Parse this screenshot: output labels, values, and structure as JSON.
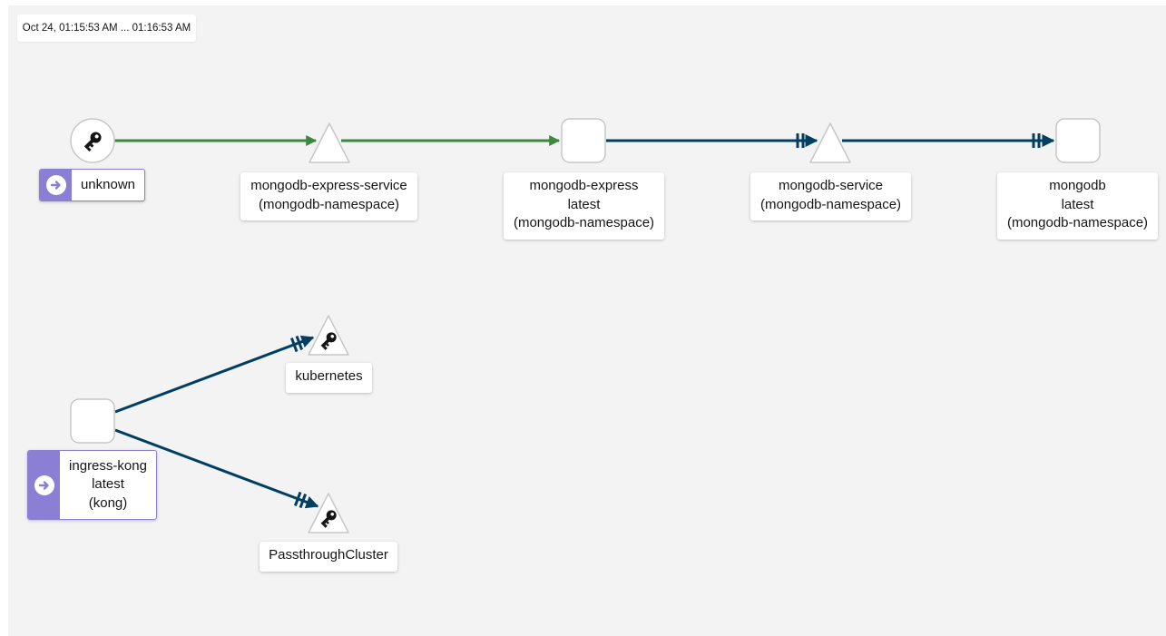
{
  "time_range": "Oct 24, 01:15:53 AM ... 01:16:53 AM",
  "colors": {
    "canvas_background": "#f3f3f3",
    "healthy_edge": "#3a8a3e",
    "edge": "#003f63",
    "badge": "#8a7fd4",
    "node_border": "#c7c7c7"
  },
  "nodes": {
    "unknown": {
      "label": "unknown",
      "icon": "key-icon"
    },
    "mongodb_express_service": {
      "line1": "mongodb-express-service",
      "line2": "(mongodb-namespace)"
    },
    "mongodb_express": {
      "line1": "mongodb-express",
      "line2": "latest",
      "line3": "(mongodb-namespace)"
    },
    "mongodb_service": {
      "line1": "mongodb-service",
      "line2": "(mongodb-namespace)"
    },
    "mongodb": {
      "line1": "mongodb",
      "line2": "latest",
      "line3": "(mongodb-namespace)"
    },
    "kubernetes": {
      "label": "kubernetes",
      "icon": "key-icon"
    },
    "ingress_kong": {
      "line1": "ingress-kong",
      "line2": "latest",
      "line3": "(kong)"
    },
    "passthrough_cluster": {
      "label": "PassthroughCluster",
      "icon": "key-icon"
    }
  }
}
